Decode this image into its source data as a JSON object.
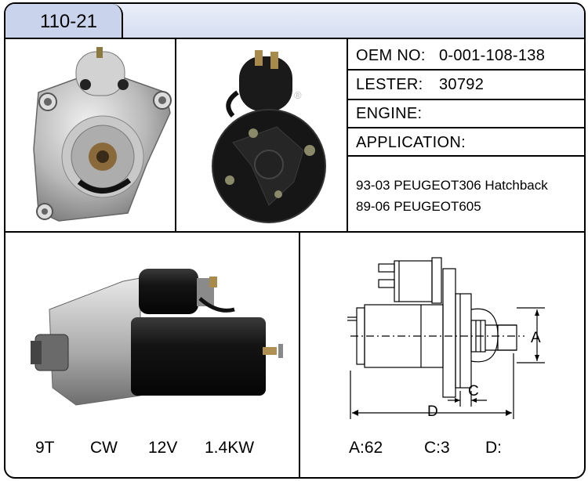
{
  "header": {
    "model": "110-21"
  },
  "specs": {
    "oem_label": "OEM NO:",
    "oem_value": "0-001-108-138",
    "lester_label": "LESTER:",
    "lester_value": "30792",
    "engine_label": "ENGINE:",
    "engine_value": "",
    "application_label": "APPLICATION:"
  },
  "applications": [
    "93-03 PEUGEOT306 Hatchback",
    "89-06 PEUGEOT605"
  ],
  "ratings": {
    "teeth": "9T",
    "rotation": "CW",
    "voltage": "12V",
    "power": "1.4KW"
  },
  "dimensions": {
    "a_label": "A",
    "c_label": "C",
    "d_label": "D",
    "a_value": "A:62",
    "c_value": "C:3",
    "d_value": "D:"
  },
  "marks": {
    "registered": "®"
  },
  "icons": [
    "starter-front-photo",
    "starter-rear-photo",
    "starter-side-photo",
    "dimension-drawing"
  ]
}
